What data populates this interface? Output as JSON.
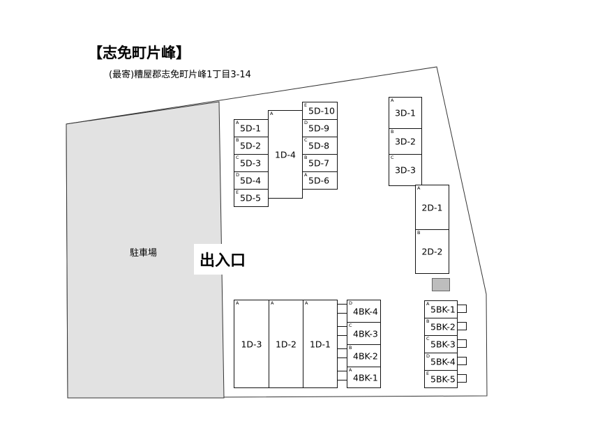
{
  "header": {
    "title": "【志免町片峰】",
    "address": "(最寄)糟屋郡志免町片峰1丁目3-14"
  },
  "labels": {
    "parking": "駐車場",
    "entrance": "出入口"
  },
  "colors": {
    "parking_fill": "#e2e2e2",
    "line": "#111111",
    "meter_fill": "#bdbdbd"
  },
  "units": {
    "d5_left": [
      {
        "sub": "A",
        "name": "5D-1"
      },
      {
        "sub": "B",
        "name": "5D-2"
      },
      {
        "sub": "C",
        "name": "5D-3"
      },
      {
        "sub": "D",
        "name": "5D-4"
      },
      {
        "sub": "E",
        "name": "5D-5"
      }
    ],
    "d1_4": {
      "sub": "A",
      "name": "1D-4"
    },
    "d5_right": [
      {
        "sub": "E",
        "name": "5D-10"
      },
      {
        "sub": "D",
        "name": "5D-9"
      },
      {
        "sub": "C",
        "name": "5D-8"
      },
      {
        "sub": "B",
        "name": "5D-7"
      },
      {
        "sub": "A",
        "name": "5D-6"
      }
    ],
    "d3": [
      {
        "sub": "A",
        "name": "3D-1"
      },
      {
        "sub": "B",
        "name": "3D-2"
      },
      {
        "sub": "C",
        "name": "3D-3"
      }
    ],
    "d2": [
      {
        "sub": "A",
        "name": "2D-1"
      },
      {
        "sub": "B",
        "name": "2D-2"
      }
    ],
    "d1": [
      {
        "sub": "A",
        "name": "1D-3"
      },
      {
        "sub": "A",
        "name": "1D-2"
      },
      {
        "sub": "A",
        "name": "1D-1"
      }
    ],
    "bk4": [
      {
        "sub": "D",
        "name": "4BK-4"
      },
      {
        "sub": "C",
        "name": "4BK-3"
      },
      {
        "sub": "B",
        "name": "4BK-2"
      },
      {
        "sub": "A",
        "name": "4BK-1"
      }
    ],
    "bk5": [
      {
        "sub": "A",
        "name": "5BK-1"
      },
      {
        "sub": "B",
        "name": "5BK-2"
      },
      {
        "sub": "C",
        "name": "5BK-3"
      },
      {
        "sub": "D",
        "name": "5BK-4"
      },
      {
        "sub": "E",
        "name": "5BK-5"
      }
    ]
  }
}
